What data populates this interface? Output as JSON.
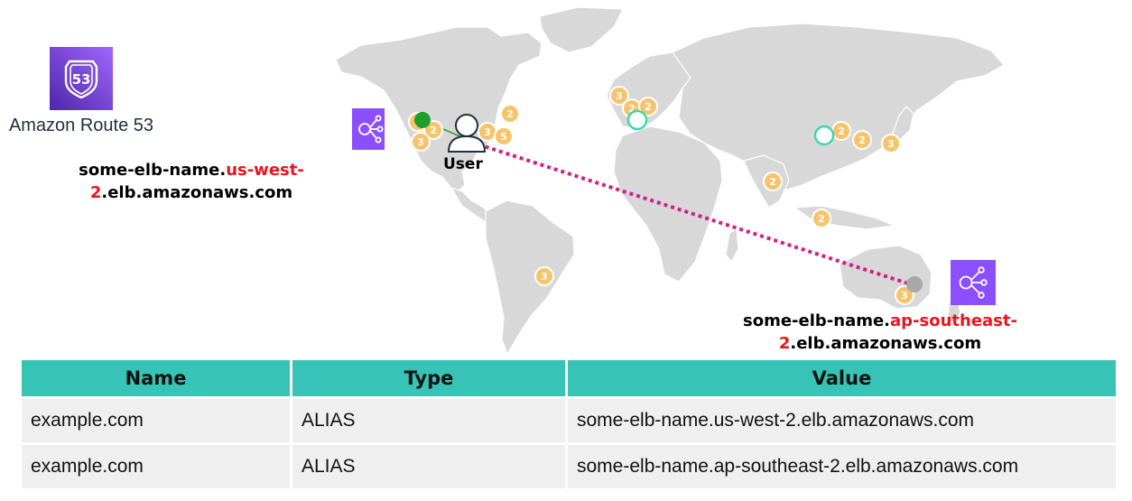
{
  "route53": {
    "icon": "route53-shield-icon",
    "label": "Amazon Route 53",
    "color": "#8c4fff"
  },
  "elb_west": {
    "prefix": "some-elb-name.",
    "region_line1": "us-west-",
    "region_line2": "2",
    "suffix": ".elb.amazonaws.com",
    "icon": "load-balancer-icon"
  },
  "elb_se": {
    "prefix": "some-elb-name.",
    "region_line1": "ap-southeast-",
    "region_line2": "2",
    "suffix": ".elb.amazonaws.com",
    "icon": "load-balancer-icon"
  },
  "user": {
    "label": "User",
    "icon": "user-icon"
  },
  "colors": {
    "region_highlight": "#e8141e",
    "table_header": "#37c4b6",
    "route_line": "#d01f8a",
    "active_link": "#2ca02c",
    "edge_badge": "#f7c46c"
  },
  "edge_badges": [
    "3",
    "2",
    "3",
    "2",
    "3",
    "5",
    "3",
    "2",
    "2",
    "2",
    "2",
    "3",
    "2",
    "2",
    "3",
    "3"
  ],
  "table": {
    "headers": [
      "Name",
      "Type",
      "Value"
    ],
    "rows": [
      [
        "example.com",
        "ALIAS",
        "some-elb-name.us-west-2.elb.amazonaws.com"
      ],
      [
        "example.com",
        "ALIAS",
        "some-elb-name.ap-southeast-2.elb.amazonaws.com"
      ]
    ]
  }
}
